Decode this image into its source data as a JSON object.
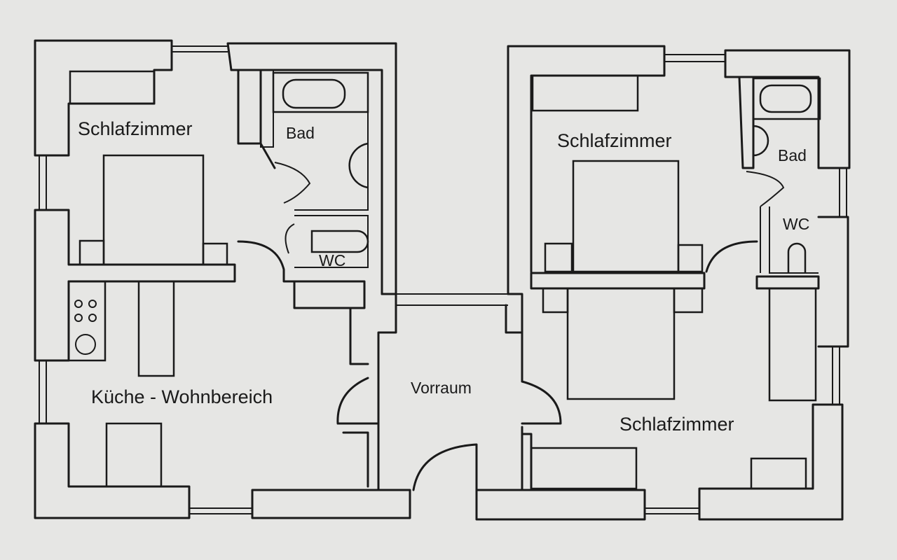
{
  "rooms": {
    "bedroom_top_left": "Schlafzimmer",
    "bath_left": "Bad",
    "wc_left": "WC",
    "kitchen_living": "Küche - Wohnbereich",
    "vestibule": "Vorraum",
    "bedroom_top_right": "Schlafzimmer",
    "bath_right": "Bad",
    "wc_right": "WC",
    "bedroom_bottom_right": "Schlafzimmer"
  },
  "colors": {
    "paper": "#e6e6e4",
    "ink": "#1a1a1a"
  }
}
